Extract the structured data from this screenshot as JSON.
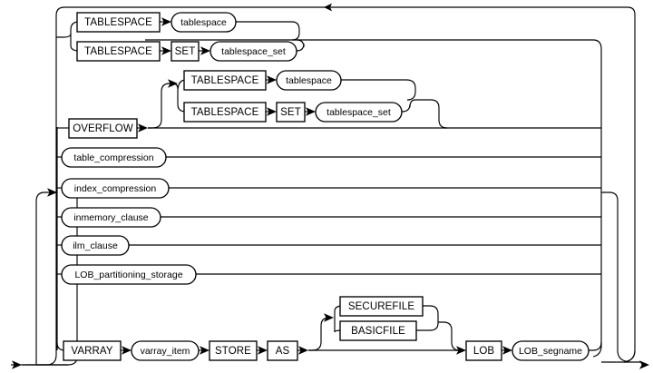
{
  "diagram": {
    "kind": "railroad-syntax-diagram",
    "title": "",
    "colors": {
      "line": "#000000",
      "background": "#ffffff",
      "text": "#000000"
    },
    "entry_arrow": "arrow-right",
    "loopback_arrow": "arrow-left",
    "nodes": {
      "tablespace_kw_1": {
        "label": "TABLESPACE",
        "shape": "keyword"
      },
      "tablespace_var_1": {
        "label": "tablespace",
        "shape": "nonterminal"
      },
      "tablespace_kw_2": {
        "label": "TABLESPACE",
        "shape": "keyword"
      },
      "set_kw_1": {
        "label": "SET",
        "shape": "keyword"
      },
      "tablespace_set_1": {
        "label": "tablespace_set",
        "shape": "nonterminal"
      },
      "tablespace_kw_3": {
        "label": "TABLESPACE",
        "shape": "keyword"
      },
      "tablespace_var_2": {
        "label": "tablespace",
        "shape": "nonterminal"
      },
      "tablespace_kw_4": {
        "label": "TABLESPACE",
        "shape": "keyword"
      },
      "set_kw_2": {
        "label": "SET",
        "shape": "keyword"
      },
      "tablespace_set_2": {
        "label": "tablespace_set",
        "shape": "nonterminal"
      },
      "overflow_kw": {
        "label": "OVERFLOW",
        "shape": "keyword"
      },
      "table_compression": {
        "label": "table_compression",
        "shape": "nonterminal"
      },
      "index_compression": {
        "label": "index_compression",
        "shape": "nonterminal"
      },
      "inmemory_clause": {
        "label": "inmemory_clause",
        "shape": "nonterminal"
      },
      "ilm_clause": {
        "label": "ilm_clause",
        "shape": "nonterminal"
      },
      "lob_part_storage": {
        "label": "LOB_partitioning_storage",
        "shape": "nonterminal"
      },
      "securefile_kw": {
        "label": "SECUREFILE",
        "shape": "keyword"
      },
      "basicfile_kw": {
        "label": "BASICFILE",
        "shape": "keyword"
      },
      "varray_kw": {
        "label": "VARRAY",
        "shape": "keyword"
      },
      "varray_item": {
        "label": "varray_item",
        "shape": "nonterminal"
      },
      "store_kw": {
        "label": "STORE",
        "shape": "keyword"
      },
      "as_kw": {
        "label": "AS",
        "shape": "keyword"
      },
      "lob_kw": {
        "label": "LOB",
        "shape": "keyword"
      },
      "lob_segname": {
        "label": "LOB_segname",
        "shape": "nonterminal"
      }
    },
    "branches": [
      "TABLESPACE tablespace",
      "TABLESPACE SET tablespace_set",
      "OVERFLOW [ TABLESPACE tablespace | TABLESPACE SET tablespace_set ]",
      "table_compression",
      "index_compression",
      "inmemory_clause",
      "ilm_clause",
      "LOB_partitioning_storage",
      "VARRAY varray_item STORE AS [ SECUREFILE | BASICFILE ] LOB LOB_segname"
    ]
  }
}
